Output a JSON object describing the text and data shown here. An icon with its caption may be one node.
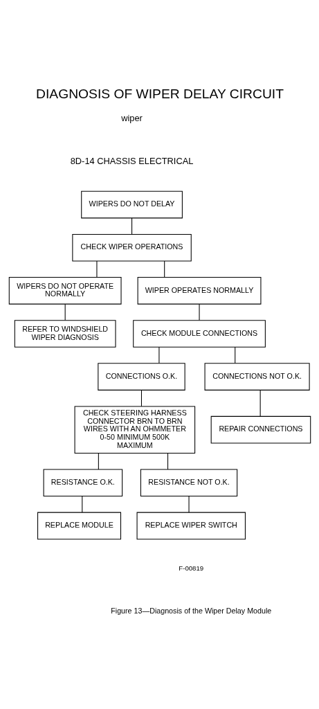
{
  "diagram": {
    "title": "DIAGNOSIS OF WIPER DELAY CIRCUIT",
    "caption": "Figure 13—Diagnosis of the Wiper Delay Module",
    "nodes": [
      {
        "text": [
          "WIPERS DO NOT DELAY"
        ]
      },
      {
        "text": [
          "CHECK WIPER OPERATIONS"
        ]
      },
      {
        "text": [
          "WIPERS DO NOT OPERATE NORMALLY"
        ]
      },
      {
        "text": [
          "REFER TO WINDSHIELD WIPER DIAGNOSIS"
        ]
      },
      {
        "text": [
          "WIPER OPERATES NORMALLY"
        ]
      },
      {
        "text": [
          "CHECK MODULE CONNECTIONS"
        ]
      },
      {
        "text": [
          "CONNECTIONS O.K."
        ]
      },
      {
        "text": [
          "CONNECTIONS NOT O.K."
        ]
      },
      {
        "text": [
          "CHECK STEERING HARNESS CONNECTOR BRN TO BRN WIRES WITH AN OHMMETER 0-50 MINIMUM 500K MAXIMUM"
        ]
      },
      {
        "text": [
          "REPAIR CONNECTIONS"
        ]
      },
      {
        "text": [
          "RESISTANCE O.K."
        ]
      },
      {
        "text": [
          "RESISTANCE NOT O.K."
        ]
      },
      {
        "text": [
          "REPLACE MODULE"
        ]
      },
      {
        "text": [
          "REPLACE WIPER SWITCH"
        ]
      }
    ],
    "edges": [
      {
        "from": 0,
        "to": 1,
        "arrow": "none"
      },
      {
        "from": 1,
        "to": 2,
        "arrow": "none"
      },
      {
        "from": 1,
        "to": 4,
        "arrow": "none"
      },
      {
        "from": 2,
        "to": 3,
        "arrow": "none"
      },
      {
        "from": 4,
        "to": 5,
        "arrow": "none"
      },
      {
        "from": 5,
        "to": 6,
        "arrow": "none"
      },
      {
        "from": 5,
        "to": 7,
        "arrow": "none"
      },
      {
        "from": 6,
        "to": 8,
        "arrow": "none"
      },
      {
        "from": 7,
        "to": 9,
        "arrow": "none"
      },
      {
        "from": 8,
        "to": 10,
        "arrow": "none"
      },
      {
        "from": 8,
        "to": 11,
        "arrow": "none"
      },
      {
        "from": 10,
        "to": 12,
        "arrow": "none"
      },
      {
        "from": 11,
        "to": 13,
        "arrow": "none"
      }
    ],
    "labels": [
      "wiper",
      "8D-14 CHASSIS ELECTRICAL",
      "F-00819"
    ]
  }
}
